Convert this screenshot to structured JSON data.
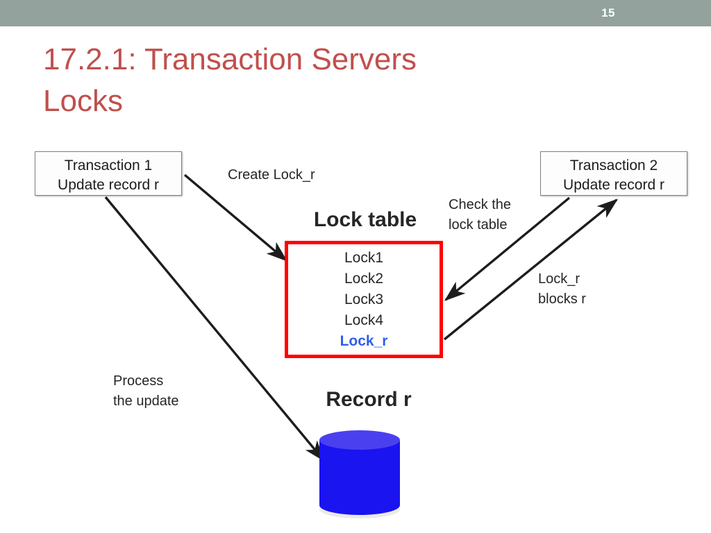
{
  "header": {
    "page_number": "15",
    "bar_color": "#93a29c"
  },
  "title": {
    "text": "17.2.1: Transaction Servers\nLocks",
    "color": "#c0504d"
  },
  "boxes": {
    "transaction_1": "Transaction 1\nUpdate record r",
    "transaction_2": "Transaction 2\nUpdate record r"
  },
  "lock_table": {
    "heading": "Lock table",
    "border_color": "#ff0000",
    "items": [
      {
        "label": "Lock1",
        "highlight": false
      },
      {
        "label": "Lock2",
        "highlight": false
      },
      {
        "label": "Lock3",
        "highlight": false
      },
      {
        "label": "Lock4",
        "highlight": false
      },
      {
        "label": "Lock_r",
        "highlight": true
      }
    ],
    "highlight_color": "#2f5fe8"
  },
  "labels": {
    "create_lock": "Create Lock_r",
    "check_table": "Check the\nlock table",
    "blocks_r": "Lock_r\nblocks r",
    "process_update": "Process\nthe update"
  },
  "record": {
    "heading": "Record r",
    "body_color": "#1a14f0",
    "top_color": "#4a40f0"
  },
  "arrows": [
    {
      "name": "arrow-create-lock",
      "from": "transaction-1",
      "to": "lock-table"
    },
    {
      "name": "arrow-process-update",
      "from": "transaction-1",
      "to": "record-r"
    },
    {
      "name": "arrow-check-table",
      "from": "transaction-2",
      "to": "lock-table"
    },
    {
      "name": "arrow-blocks-r",
      "from": "lock-table",
      "to": "transaction-2"
    }
  ]
}
